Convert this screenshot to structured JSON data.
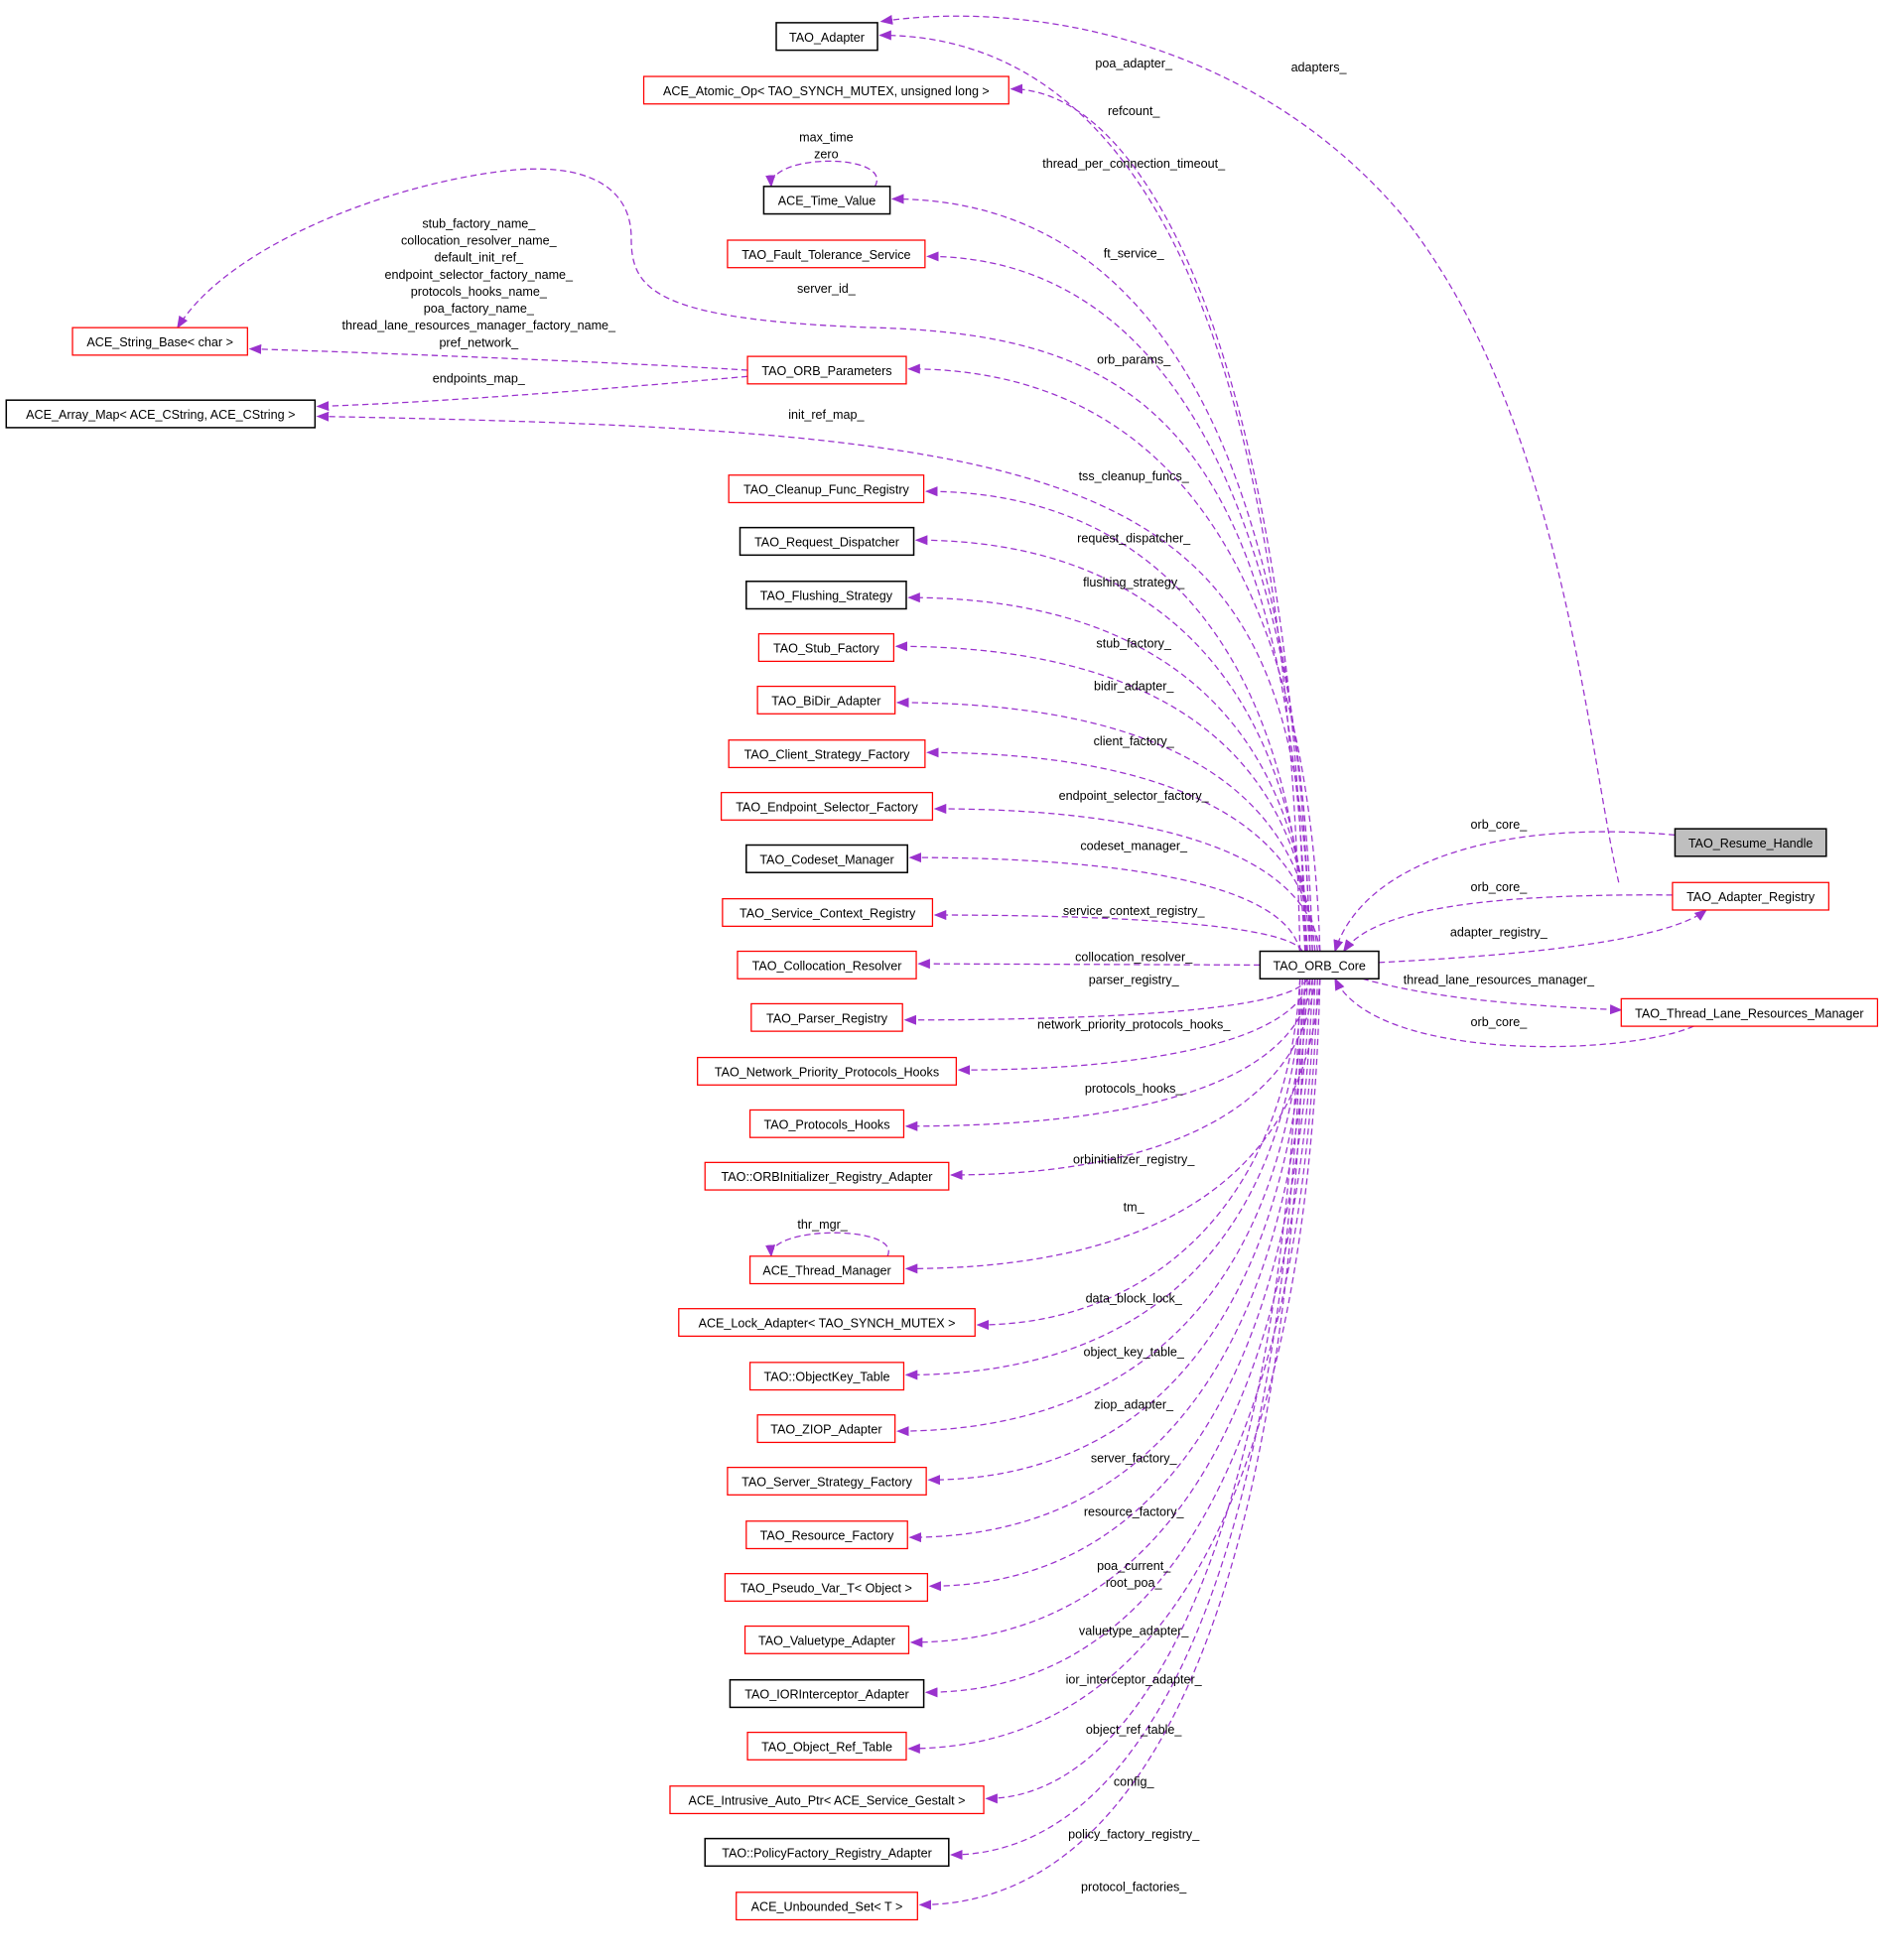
{
  "colors": {
    "edge": "#9a32cd",
    "red_border": "#ff0000",
    "black_border": "#000000",
    "focus_fill": "#bfbfbf"
  },
  "nodes": [
    {
      "id": "adapter",
      "label": "TAO_Adapter",
      "kind": "black"
    },
    {
      "id": "atomic",
      "label": "ACE_Atomic_Op< TAO_SYNCH_MUTEX, unsigned long >",
      "kind": "red"
    },
    {
      "id": "timevalue",
      "label": "ACE_Time_Value",
      "kind": "black"
    },
    {
      "id": "ft",
      "label": "TAO_Fault_Tolerance_Service",
      "kind": "red"
    },
    {
      "id": "stringbase",
      "label": "ACE_String_Base< char >",
      "kind": "red"
    },
    {
      "id": "orbparams",
      "label": "TAO_ORB_Parameters",
      "kind": "red"
    },
    {
      "id": "arraymap",
      "label": "ACE_Array_Map< ACE_CString, ACE_CString >",
      "kind": "black"
    },
    {
      "id": "cleanup",
      "label": "TAO_Cleanup_Func_Registry",
      "kind": "red"
    },
    {
      "id": "reqdisp",
      "label": "TAO_Request_Dispatcher",
      "kind": "black"
    },
    {
      "id": "flush",
      "label": "TAO_Flushing_Strategy",
      "kind": "black"
    },
    {
      "id": "stubf",
      "label": "TAO_Stub_Factory",
      "kind": "red"
    },
    {
      "id": "bidir",
      "label": "TAO_BiDir_Adapter",
      "kind": "red"
    },
    {
      "id": "clientsf",
      "label": "TAO_Client_Strategy_Factory",
      "kind": "red"
    },
    {
      "id": "endsel",
      "label": "TAO_Endpoint_Selector_Factory",
      "kind": "red"
    },
    {
      "id": "codeset",
      "label": "TAO_Codeset_Manager",
      "kind": "black"
    },
    {
      "id": "svcctx",
      "label": "TAO_Service_Context_Registry",
      "kind": "red"
    },
    {
      "id": "colloc",
      "label": "TAO_Collocation_Resolver",
      "kind": "red"
    },
    {
      "id": "parser",
      "label": "TAO_Parser_Registry",
      "kind": "red"
    },
    {
      "id": "netprio",
      "label": "TAO_Network_Priority_Protocols_Hooks",
      "kind": "red"
    },
    {
      "id": "protohooks",
      "label": "TAO_Protocols_Hooks",
      "kind": "red"
    },
    {
      "id": "orbinit",
      "label": "TAO::ORBInitializer_Registry_Adapter",
      "kind": "red"
    },
    {
      "id": "thrmgr",
      "label": "ACE_Thread_Manager",
      "kind": "red"
    },
    {
      "id": "lockadapter",
      "label": "ACE_Lock_Adapter< TAO_SYNCH_MUTEX >",
      "kind": "red"
    },
    {
      "id": "objkey",
      "label": "TAO::ObjectKey_Table",
      "kind": "red"
    },
    {
      "id": "ziop",
      "label": "TAO_ZIOP_Adapter",
      "kind": "red"
    },
    {
      "id": "serversf",
      "label": "TAO_Server_Strategy_Factory",
      "kind": "red"
    },
    {
      "id": "resf",
      "label": "TAO_Resource_Factory",
      "kind": "red"
    },
    {
      "id": "pseudo",
      "label": "TAO_Pseudo_Var_T< Object >",
      "kind": "red"
    },
    {
      "id": "valuetype",
      "label": "TAO_Valuetype_Adapter",
      "kind": "red"
    },
    {
      "id": "iorint",
      "label": "TAO_IORInterceptor_Adapter",
      "kind": "black"
    },
    {
      "id": "objref",
      "label": "TAO_Object_Ref_Table",
      "kind": "red"
    },
    {
      "id": "intrusive",
      "label": "ACE_Intrusive_Auto_Ptr< ACE_Service_Gestalt >",
      "kind": "red"
    },
    {
      "id": "policyf",
      "label": "TAO::PolicyFactory_Registry_Adapter",
      "kind": "black"
    },
    {
      "id": "unbounded",
      "label": "ACE_Unbounded_Set< T >",
      "kind": "red"
    },
    {
      "id": "orbcore",
      "label": "TAO_ORB_Core",
      "kind": "black"
    },
    {
      "id": "resume",
      "label": "TAO_Resume_Handle",
      "kind": "focus"
    },
    {
      "id": "adapterreg",
      "label": "TAO_Adapter_Registry",
      "kind": "red"
    },
    {
      "id": "tlrm",
      "label": "TAO_Thread_Lane_Resources_Manager",
      "kind": "red"
    }
  ],
  "edges": [
    {
      "from": "orbcore",
      "to": "adapter",
      "labels": [
        "poa_adapter_"
      ]
    },
    {
      "from": "adapterreg",
      "to": "adapter",
      "labels": [
        "adapters_"
      ]
    },
    {
      "from": "orbcore",
      "to": "atomic",
      "labels": [
        "refcount_"
      ]
    },
    {
      "from": "timevalue",
      "to": "timevalue",
      "labels": [
        "max_time",
        "zero"
      ]
    },
    {
      "from": "orbcore",
      "to": "timevalue",
      "labels": [
        "thread_per_connection_timeout_"
      ]
    },
    {
      "from": "orbcore",
      "to": "ft",
      "labels": [
        "ft_service_"
      ]
    },
    {
      "from": "orbcore",
      "to": "stringbase",
      "labels": [
        "server_id_"
      ]
    },
    {
      "from": "orbparams",
      "to": "stringbase",
      "labels": [
        "stub_factory_name_",
        "collocation_resolver_name_",
        "default_init_ref_",
        "endpoint_selector_factory_name_",
        "protocols_hooks_name_",
        "poa_factory_name_",
        "thread_lane_resources_manager_factory_name_",
        "pref_network_"
      ]
    },
    {
      "from": "orbcore",
      "to": "orbparams",
      "labels": [
        "orb_params_"
      ]
    },
    {
      "from": "orbparams",
      "to": "arraymap",
      "labels": [
        "endpoints_map_"
      ]
    },
    {
      "from": "orbcore",
      "to": "arraymap",
      "labels": [
        "init_ref_map_"
      ]
    },
    {
      "from": "orbcore",
      "to": "cleanup",
      "labels": [
        "tss_cleanup_funcs_"
      ]
    },
    {
      "from": "orbcore",
      "to": "reqdisp",
      "labels": [
        "request_dispatcher_"
      ]
    },
    {
      "from": "orbcore",
      "to": "flush",
      "labels": [
        "flushing_strategy_"
      ]
    },
    {
      "from": "orbcore",
      "to": "stubf",
      "labels": [
        "stub_factory_"
      ]
    },
    {
      "from": "orbcore",
      "to": "bidir",
      "labels": [
        "bidir_adapter_"
      ]
    },
    {
      "from": "orbcore",
      "to": "clientsf",
      "labels": [
        "client_factory_"
      ]
    },
    {
      "from": "orbcore",
      "to": "endsel",
      "labels": [
        "endpoint_selector_factory_"
      ]
    },
    {
      "from": "orbcore",
      "to": "codeset",
      "labels": [
        "codeset_manager_"
      ]
    },
    {
      "from": "orbcore",
      "to": "svcctx",
      "labels": [
        "service_context_registry_"
      ]
    },
    {
      "from": "orbcore",
      "to": "colloc",
      "labels": [
        "collocation_resolver_"
      ]
    },
    {
      "from": "orbcore",
      "to": "parser",
      "labels": [
        "parser_registry_"
      ]
    },
    {
      "from": "orbcore",
      "to": "netprio",
      "labels": [
        "network_priority_protocols_hooks_"
      ]
    },
    {
      "from": "orbcore",
      "to": "protohooks",
      "labels": [
        "protocols_hooks_"
      ]
    },
    {
      "from": "orbcore",
      "to": "orbinit",
      "labels": [
        "orbinitializer_registry_"
      ]
    },
    {
      "from": "thrmgr",
      "to": "thrmgr",
      "labels": [
        "thr_mgr_"
      ]
    },
    {
      "from": "orbcore",
      "to": "thrmgr",
      "labels": [
        "tm_"
      ]
    },
    {
      "from": "orbcore",
      "to": "lockadapter",
      "labels": [
        "data_block_lock_"
      ]
    },
    {
      "from": "orbcore",
      "to": "objkey",
      "labels": [
        "object_key_table_"
      ]
    },
    {
      "from": "orbcore",
      "to": "ziop",
      "labels": [
        "ziop_adapter_"
      ]
    },
    {
      "from": "orbcore",
      "to": "serversf",
      "labels": [
        "server_factory_"
      ]
    },
    {
      "from": "orbcore",
      "to": "resf",
      "labels": [
        "resource_factory_"
      ]
    },
    {
      "from": "orbcore",
      "to": "pseudo",
      "labels": [
        "poa_current_",
        "root_poa_"
      ]
    },
    {
      "from": "orbcore",
      "to": "valuetype",
      "labels": [
        "valuetype_adapter_"
      ]
    },
    {
      "from": "orbcore",
      "to": "iorint",
      "labels": [
        "ior_interceptor_adapter_"
      ]
    },
    {
      "from": "orbcore",
      "to": "objref",
      "labels": [
        "object_ref_table_"
      ]
    },
    {
      "from": "orbcore",
      "to": "intrusive",
      "labels": [
        "config_"
      ]
    },
    {
      "from": "orbcore",
      "to": "policyf",
      "labels": [
        "policy_factory_registry_"
      ]
    },
    {
      "from": "orbcore",
      "to": "unbounded",
      "labels": [
        "protocol_factories_"
      ]
    },
    {
      "from": "resume",
      "to": "orbcore",
      "labels": [
        "orb_core_"
      ]
    },
    {
      "from": "adapterreg",
      "to": "orbcore",
      "labels": [
        "orb_core_"
      ]
    },
    {
      "from": "orbcore",
      "to": "adapterreg",
      "labels": [
        "adapter_registry_"
      ]
    },
    {
      "from": "orbcore",
      "to": "tlrm",
      "labels": [
        "thread_lane_resources_manager_"
      ]
    },
    {
      "from": "tlrm",
      "to": "orbcore",
      "labels": [
        "orb_core_"
      ]
    }
  ]
}
